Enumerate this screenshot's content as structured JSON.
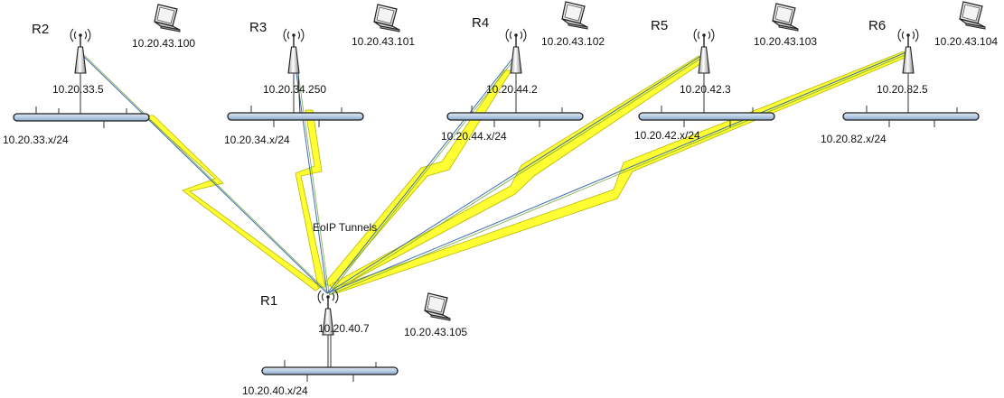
{
  "diagram": {
    "tunnel_label": "EoIP Tunnels",
    "colors": {
      "bolt_fill": "#ffff33",
      "bolt_stroke": "#b8b800",
      "link_blue": "#3b6fb0",
      "link_green": "#7aa83a",
      "bus_fill": "#b8cce4",
      "bus_stroke": "#1f1f1f"
    },
    "hub": {
      "name": "R1",
      "ip": "10.20.40.7",
      "network": "10.20.40.x/24",
      "laptop_ip": "10.20.43.105"
    },
    "remotes": [
      {
        "name": "R2",
        "ip": "10.20.33.5",
        "network": "10.20.33.x/24",
        "laptop_ip": "10.20.43.100"
      },
      {
        "name": "R3",
        "ip": "10.20.34.250",
        "network": "10.20.34.x/24",
        "laptop_ip": "10.20.43.101"
      },
      {
        "name": "R4",
        "ip": "10.20.44.2",
        "network": "10.20.44.x/24",
        "laptop_ip": "10.20.43.102"
      },
      {
        "name": "R5",
        "ip": "10.20.42.3",
        "network": "10.20.42.x/24",
        "laptop_ip": "10.20.43.103"
      },
      {
        "name": "R6",
        "ip": "10.20.82.5",
        "network": "10.20.82.x/24",
        "laptop_ip": "10.20.43.104"
      }
    ]
  }
}
